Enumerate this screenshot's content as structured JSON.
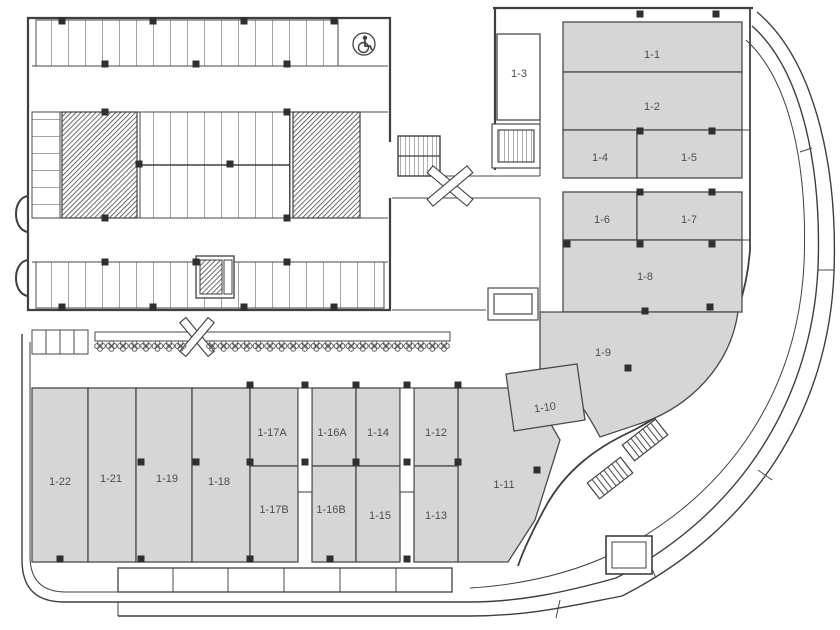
{
  "drawing": {
    "kind": "shopping-center-floor-plan"
  },
  "colors": {
    "background": "#ffffff",
    "unit_fill": "#d6d6d6",
    "line": "#3f3f3f",
    "label_text": "#4d4d4d"
  },
  "icons": {
    "accessible_parking_icon": "wheelchair",
    "shrub_icon": "shrub",
    "column_icon": "structural-column"
  },
  "units": {
    "u1_1": "1-1",
    "u1_2": "1-2",
    "u1_3": "1-3",
    "u1_4": "1-4",
    "u1_5": "1-5",
    "u1_6": "1-6",
    "u1_7": "1-7",
    "u1_8": "1-8",
    "u1_9": "1-9",
    "u1_10": "1-10",
    "u1_11": "1-11",
    "u1_12": "1-12",
    "u1_13": "1-13",
    "u1_14": "1-14",
    "u1_15": "1-15",
    "u1_16A": "1-16A",
    "u1_16B": "1-16B",
    "u1_17A": "1-17A",
    "u1_17B": "1-17B",
    "u1_18": "1-18",
    "u1_19": "1-19",
    "u1_21": "1-21",
    "u1_22": "1-22"
  }
}
